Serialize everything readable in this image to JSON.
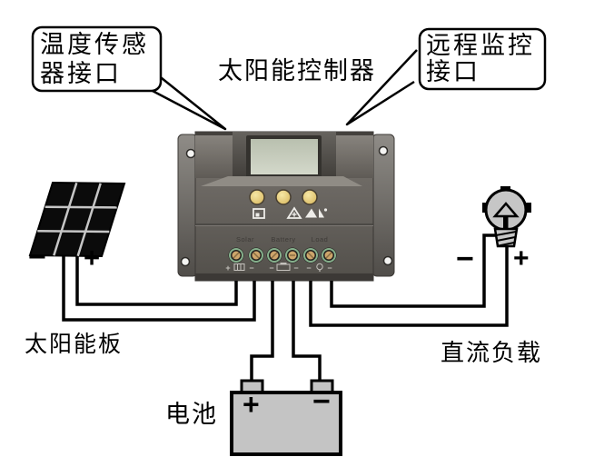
{
  "title": "太阳能控制器",
  "callouts": {
    "temp_sensor": {
      "line1": "温度传感",
      "line2": "器接口"
    },
    "remote_monitor": {
      "line1": "远程监控",
      "line2": "接口"
    }
  },
  "labels": {
    "solar_panel": "太阳能板",
    "battery": "电池",
    "dc_load": "直流负载"
  },
  "polarity": {
    "solar_panel": {
      "minus": "−",
      "plus": "+"
    },
    "dc_load": {
      "minus": "−",
      "plus": "+"
    },
    "battery": {
      "plus": "+",
      "minus": "−"
    }
  },
  "controller": {
    "terminal_labels": [
      "Solar",
      "Battery",
      "Load"
    ],
    "terminal_polarity": {
      "solar": [
        "+",
        "−"
      ],
      "battery": [
        "−",
        "−"
      ],
      "load": [
        "−",
        "−"
      ]
    }
  },
  "colors": {
    "background": "#ffffff",
    "wire": "#000000",
    "controller_face": "#6b6762",
    "controller_plate": "#55524e",
    "lcd_screen": "#c9cfc0",
    "button": "#e9d486",
    "terminal_ring": "#86b08c",
    "terminal_screw": "#cda56b",
    "battery_body": "#c4c4c4",
    "bulb_body": "#c6c6c6",
    "panel_cell": "#0b0b0b"
  }
}
